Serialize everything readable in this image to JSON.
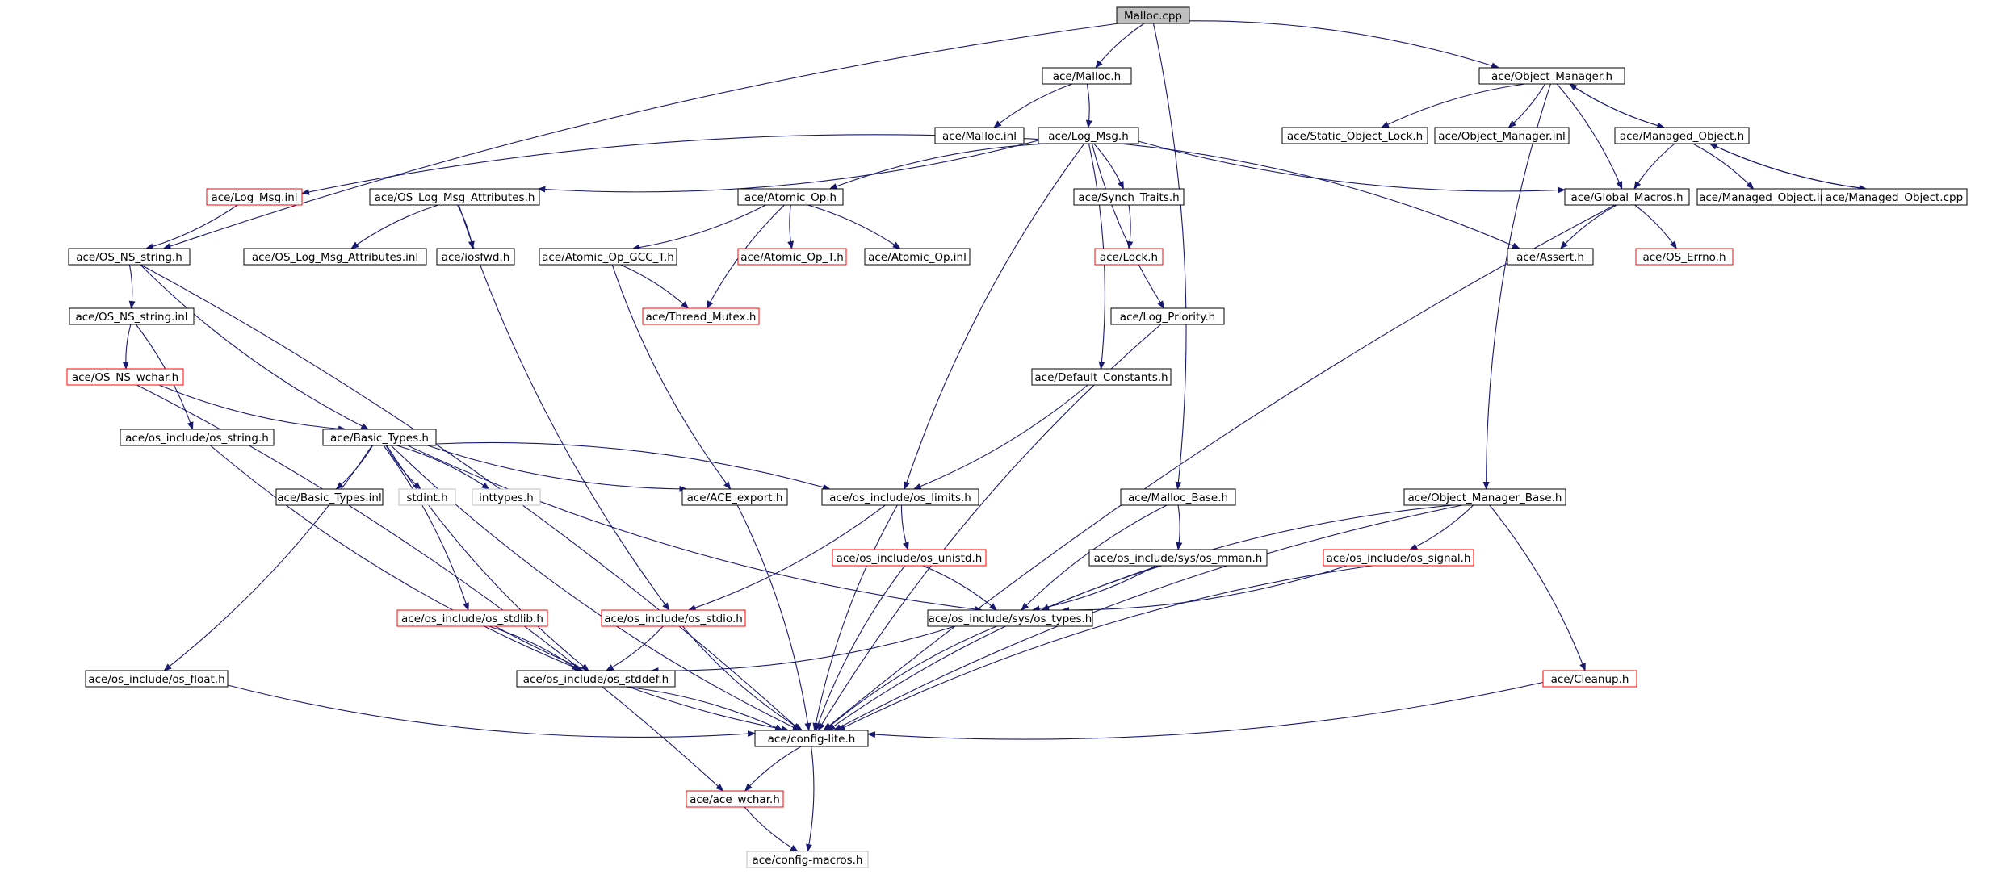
{
  "diagram": {
    "kind": "include dependency graph",
    "colors": {
      "edge": "#191970",
      "node_fill": "#ffffff",
      "root_fill": "#bfbfbf",
      "border_normal": "#000000",
      "border_truncated": "#ff0000",
      "border_external": "#bfbfbf"
    },
    "nodes": [
      {
        "id": "malloc_cpp",
        "label": "Malloc.cpp",
        "kind": "root"
      },
      {
        "id": "malloc_h",
        "label": "ace/Malloc.h",
        "kind": "normal"
      },
      {
        "id": "object_manager_h",
        "label": "ace/Object_Manager.h",
        "kind": "normal"
      },
      {
        "id": "malloc_inl",
        "label": "ace/Malloc.inl",
        "kind": "normal"
      },
      {
        "id": "log_msg_h",
        "label": "ace/Log_Msg.h",
        "kind": "normal"
      },
      {
        "id": "static_object_lock_h",
        "label": "ace/Static_Object_Lock.h",
        "kind": "normal"
      },
      {
        "id": "object_manager_inl",
        "label": "ace/Object_Manager.inl",
        "kind": "normal"
      },
      {
        "id": "managed_object_h",
        "label": "ace/Managed_Object.h",
        "kind": "normal"
      },
      {
        "id": "log_msg_inl",
        "label": "ace/Log_Msg.inl",
        "kind": "truncated"
      },
      {
        "id": "os_log_msg_attributes_h",
        "label": "ace/OS_Log_Msg_Attributes.h",
        "kind": "normal"
      },
      {
        "id": "atomic_op_h",
        "label": "ace/Atomic_Op.h",
        "kind": "normal"
      },
      {
        "id": "synch_traits_h",
        "label": "ace/Synch_Traits.h",
        "kind": "normal"
      },
      {
        "id": "global_macros_h",
        "label": "ace/Global_Macros.h",
        "kind": "normal"
      },
      {
        "id": "managed_object_inl",
        "label": "ace/Managed_Object.inl",
        "kind": "normal"
      },
      {
        "id": "managed_object_cpp",
        "label": "ace/Managed_Object.cpp",
        "kind": "normal"
      },
      {
        "id": "os_ns_string_h",
        "label": "ace/OS_NS_string.h",
        "kind": "normal"
      },
      {
        "id": "os_log_msg_attributes_inl",
        "label": "ace/OS_Log_Msg_Attributes.inl",
        "kind": "normal"
      },
      {
        "id": "iosfwd_h",
        "label": "ace/iosfwd.h",
        "kind": "normal"
      },
      {
        "id": "atomic_op_gcc_t_h",
        "label": "ace/Atomic_Op_GCC_T.h",
        "kind": "normal"
      },
      {
        "id": "atomic_op_t_h",
        "label": "ace/Atomic_Op_T.h",
        "kind": "truncated"
      },
      {
        "id": "atomic_op_inl",
        "label": "ace/Atomic_Op.inl",
        "kind": "normal"
      },
      {
        "id": "lock_h",
        "label": "ace/Lock.h",
        "kind": "truncated"
      },
      {
        "id": "assert_h",
        "label": "ace/Assert.h",
        "kind": "normal"
      },
      {
        "id": "os_errno_h",
        "label": "ace/OS_Errno.h",
        "kind": "truncated"
      },
      {
        "id": "os_ns_string_inl",
        "label": "ace/OS_NS_string.inl",
        "kind": "normal"
      },
      {
        "id": "thread_mutex_h",
        "label": "ace/Thread_Mutex.h",
        "kind": "truncated"
      },
      {
        "id": "log_priority_h",
        "label": "ace/Log_Priority.h",
        "kind": "normal"
      },
      {
        "id": "os_ns_wchar_h",
        "label": "ace/OS_NS_wchar.h",
        "kind": "truncated"
      },
      {
        "id": "default_constants_h",
        "label": "ace/Default_Constants.h",
        "kind": "normal"
      },
      {
        "id": "os_string_h",
        "label": "ace/os_include/os_string.h",
        "kind": "normal"
      },
      {
        "id": "basic_types_h",
        "label": "ace/Basic_Types.h",
        "kind": "normal"
      },
      {
        "id": "basic_types_inl",
        "label": "ace/Basic_Types.inl",
        "kind": "normal"
      },
      {
        "id": "stdint_h",
        "label": "stdint.h",
        "kind": "external"
      },
      {
        "id": "inttypes_h",
        "label": "inttypes.h",
        "kind": "external"
      },
      {
        "id": "ace_export_h",
        "label": "ace/ACE_export.h",
        "kind": "normal"
      },
      {
        "id": "os_limits_h",
        "label": "ace/os_include/os_limits.h",
        "kind": "normal"
      },
      {
        "id": "malloc_base_h",
        "label": "ace/Malloc_Base.h",
        "kind": "normal"
      },
      {
        "id": "object_manager_base_h",
        "label": "ace/Object_Manager_Base.h",
        "kind": "normal"
      },
      {
        "id": "os_unistd_h",
        "label": "ace/os_include/os_unistd.h",
        "kind": "truncated"
      },
      {
        "id": "os_mman_h",
        "label": "ace/os_include/sys/os_mman.h",
        "kind": "normal"
      },
      {
        "id": "os_signal_h",
        "label": "ace/os_include/os_signal.h",
        "kind": "truncated"
      },
      {
        "id": "os_stdlib_h",
        "label": "ace/os_include/os_stdlib.h",
        "kind": "truncated"
      },
      {
        "id": "os_stdio_h",
        "label": "ace/os_include/os_stdio.h",
        "kind": "truncated"
      },
      {
        "id": "os_types_h",
        "label": "ace/os_include/sys/os_types.h",
        "kind": "normal"
      },
      {
        "id": "os_float_h",
        "label": "ace/os_include/os_float.h",
        "kind": "normal"
      },
      {
        "id": "os_stddef_h",
        "label": "ace/os_include/os_stddef.h",
        "kind": "normal"
      },
      {
        "id": "cleanup_h",
        "label": "ace/Cleanup.h",
        "kind": "truncated"
      },
      {
        "id": "config_lite_h",
        "label": "ace/config-lite.h",
        "kind": "normal"
      },
      {
        "id": "ace_wchar_h",
        "label": "ace/ace_wchar.h",
        "kind": "truncated"
      },
      {
        "id": "config_macros_h",
        "label": "ace/config-macros.h",
        "kind": "external"
      }
    ],
    "edges": [
      [
        "malloc_cpp",
        "malloc_h"
      ],
      [
        "malloc_cpp",
        "object_manager_h"
      ],
      [
        "malloc_cpp",
        "os_ns_string_h"
      ],
      [
        "malloc_cpp",
        "malloc_base_h"
      ],
      [
        "malloc_h",
        "malloc_inl"
      ],
      [
        "malloc_h",
        "log_msg_h"
      ],
      [
        "object_manager_h",
        "static_object_lock_h"
      ],
      [
        "object_manager_h",
        "object_manager_inl"
      ],
      [
        "object_manager_h",
        "managed_object_h"
      ],
      [
        "object_manager_h",
        "global_macros_h"
      ],
      [
        "object_manager_h",
        "object_manager_base_h"
      ],
      [
        "managed_object_h",
        "object_manager_h"
      ],
      [
        "managed_object_h",
        "global_macros_h"
      ],
      [
        "managed_object_h",
        "managed_object_inl"
      ],
      [
        "managed_object_h",
        "managed_object_cpp"
      ],
      [
        "managed_object_cpp",
        "managed_object_h"
      ],
      [
        "log_msg_h",
        "log_msg_inl"
      ],
      [
        "log_msg_h",
        "os_log_msg_attributes_h"
      ],
      [
        "log_msg_h",
        "atomic_op_h"
      ],
      [
        "log_msg_h",
        "synch_traits_h"
      ],
      [
        "log_msg_h",
        "global_macros_h"
      ],
      [
        "log_msg_h",
        "assert_h"
      ],
      [
        "log_msg_h",
        "log_priority_h"
      ],
      [
        "log_msg_h",
        "default_constants_h"
      ],
      [
        "log_msg_h",
        "os_limits_h"
      ],
      [
        "log_msg_inl",
        "os_ns_string_h"
      ],
      [
        "os_log_msg_attributes_h",
        "os_log_msg_attributes_inl"
      ],
      [
        "os_log_msg_attributes_h",
        "iosfwd_h"
      ],
      [
        "os_log_msg_attributes_h",
        "os_stdio_h"
      ],
      [
        "atomic_op_h",
        "atomic_op_gcc_t_h"
      ],
      [
        "atomic_op_h",
        "atomic_op_t_h"
      ],
      [
        "atomic_op_h",
        "atomic_op_inl"
      ],
      [
        "atomic_op_h",
        "thread_mutex_h"
      ],
      [
        "atomic_op_gcc_t_h",
        "thread_mutex_h"
      ],
      [
        "atomic_op_gcc_t_h",
        "ace_export_h"
      ],
      [
        "synch_traits_h",
        "lock_h"
      ],
      [
        "global_macros_h",
        "assert_h"
      ],
      [
        "global_macros_h",
        "os_errno_h"
      ],
      [
        "global_macros_h",
        "config_lite_h"
      ],
      [
        "os_ns_string_h",
        "os_ns_string_inl"
      ],
      [
        "os_ns_string_h",
        "basic_types_h"
      ],
      [
        "os_ns_string_h",
        "config_lite_h"
      ],
      [
        "os_ns_string_inl",
        "os_ns_wchar_h"
      ],
      [
        "os_ns_string_inl",
        "os_string_h"
      ],
      [
        "os_ns_wchar_h",
        "basic_types_h"
      ],
      [
        "os_ns_wchar_h",
        "ace_wchar_h"
      ],
      [
        "os_string_h",
        "os_stddef_h"
      ],
      [
        "default_constants_h",
        "os_limits_h"
      ],
      [
        "log_priority_h",
        "config_lite_h"
      ],
      [
        "basic_types_h",
        "basic_types_inl"
      ],
      [
        "basic_types_h",
        "stdint_h"
      ],
      [
        "basic_types_h",
        "inttypes_h"
      ],
      [
        "basic_types_h",
        "ace_export_h"
      ],
      [
        "basic_types_h",
        "os_limits_h"
      ],
      [
        "basic_types_h",
        "os_types_h"
      ],
      [
        "basic_types_h",
        "os_stdlib_h"
      ],
      [
        "basic_types_h",
        "os_stddef_h"
      ],
      [
        "basic_types_h",
        "os_float_h"
      ],
      [
        "basic_types_h",
        "config_lite_h"
      ],
      [
        "ace_export_h",
        "config_lite_h"
      ],
      [
        "os_limits_h",
        "os_unistd_h"
      ],
      [
        "os_limits_h",
        "os_stdio_h"
      ],
      [
        "os_limits_h",
        "config_lite_h"
      ],
      [
        "os_unistd_h",
        "os_types_h"
      ],
      [
        "os_unistd_h",
        "config_lite_h"
      ],
      [
        "malloc_base_h",
        "os_mman_h"
      ],
      [
        "malloc_base_h",
        "os_types_h"
      ],
      [
        "os_mman_h",
        "os_types_h"
      ],
      [
        "os_mman_h",
        "config_lite_h"
      ],
      [
        "object_manager_base_h",
        "os_signal_h"
      ],
      [
        "object_manager_base_h",
        "os_types_h"
      ],
      [
        "object_manager_base_h",
        "cleanup_h"
      ],
      [
        "object_manager_base_h",
        "config_lite_h"
      ],
      [
        "os_signal_h",
        "os_types_h"
      ],
      [
        "os_signal_h",
        "config_lite_h"
      ],
      [
        "os_stdlib_h",
        "os_stddef_h"
      ],
      [
        "os_stdlib_h",
        "config_lite_h"
      ],
      [
        "os_stdio_h",
        "os_stddef_h"
      ],
      [
        "os_stdio_h",
        "config_lite_h"
      ],
      [
        "os_types_h",
        "os_stddef_h"
      ],
      [
        "os_types_h",
        "config_lite_h"
      ],
      [
        "os_stddef_h",
        "config_lite_h"
      ],
      [
        "os_float_h",
        "config_lite_h"
      ],
      [
        "cleanup_h",
        "config_lite_h"
      ],
      [
        "config_lite_h",
        "ace_wchar_h"
      ],
      [
        "config_lite_h",
        "config_macros_h"
      ],
      [
        "ace_wchar_h",
        "config_macros_h"
      ]
    ]
  }
}
